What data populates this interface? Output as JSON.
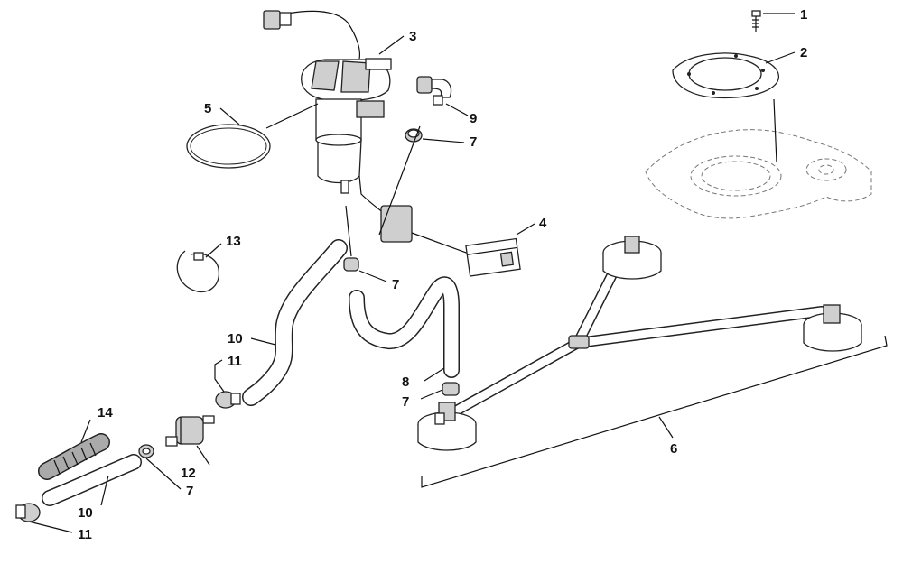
{
  "callouts": {
    "c1": "1",
    "c2": "2",
    "c3": "3",
    "c4": "4",
    "c5": "5",
    "c6": "6",
    "c7a": "7",
    "c7b": "7",
    "c7c": "7",
    "c7d": "7",
    "c8": "8",
    "c9": "9",
    "c10a": "10",
    "c10b": "10",
    "c11a": "11",
    "c11b": "11",
    "c12": "12",
    "c13": "13",
    "c14": "14"
  },
  "parts": [
    "screw",
    "gasket-plate",
    "fuel-pump-module",
    "fuel-level-sender",
    "o-ring",
    "pickup-assembly",
    "hose-clamp",
    "hose",
    "elbow-fitting",
    "fuel-hose",
    "hose-clip",
    "fuel-filter",
    "cable-tie",
    "protective-sleeve"
  ]
}
